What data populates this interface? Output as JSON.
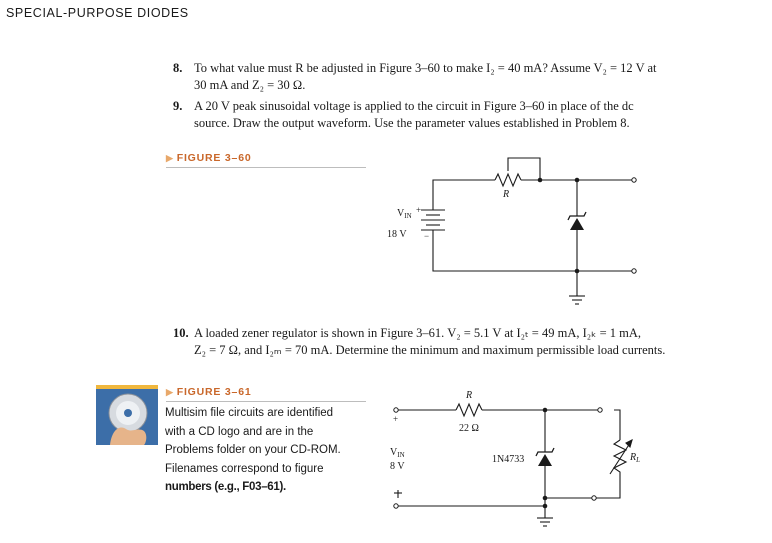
{
  "header": {
    "section_title": "SPECIAL-PURPOSE DIODES"
  },
  "problems": [
    {
      "number": "8.",
      "lines": [
        "To what value must R be adjusted in Figure 3–60 to make I₂ = 40 mA? Assume V₂ = 12 V at",
        "30 mA and Z₂ = 30 Ω."
      ]
    },
    {
      "number": "9.",
      "lines": [
        "A 20 V peak sinusoidal voltage is applied to the circuit in Figure 3–60 in place of the dc",
        "source. Draw the output waveform. Use the parameter values established in Problem 8."
      ]
    },
    {
      "number": "10.",
      "lines": [
        "A loaded zener regulator is shown in Figure 3–61. V₂ = 5.1 V at I₂ₜ = 49 mA, I₂ₖ = 1 mA,",
        "Z₂ = 7 Ω, and I₂ₘ = 70 mA. Determine the minimum and maximum permissible load currents."
      ]
    }
  ],
  "figure_60": {
    "label": "FIGURE 3–60",
    "resistor_label": "R",
    "source_label": "V",
    "source_sub": "IN",
    "source_value": "18 V",
    "plus": "+",
    "minus": "−"
  },
  "figure_61": {
    "label": "FIGURE 3–61",
    "caption_lines": [
      "Multisim file circuits are identified",
      "with a CD logo and are in the",
      "Problems folder on your CD-ROM.",
      "Filenames correspond to figure"
    ],
    "caption_bold": "numbers (e.g., F03–61).",
    "resistor_label": "R",
    "resistor_value": "22 Ω",
    "source_label": "V",
    "source_sub": "IN",
    "source_value": "8 V",
    "plus": "+",
    "minus": "−",
    "zener_label": "1N4733",
    "load_label": "R",
    "load_sub": "L"
  },
  "colors": {
    "accent": "#c9672a",
    "cd_badge": "#f0b73d"
  }
}
